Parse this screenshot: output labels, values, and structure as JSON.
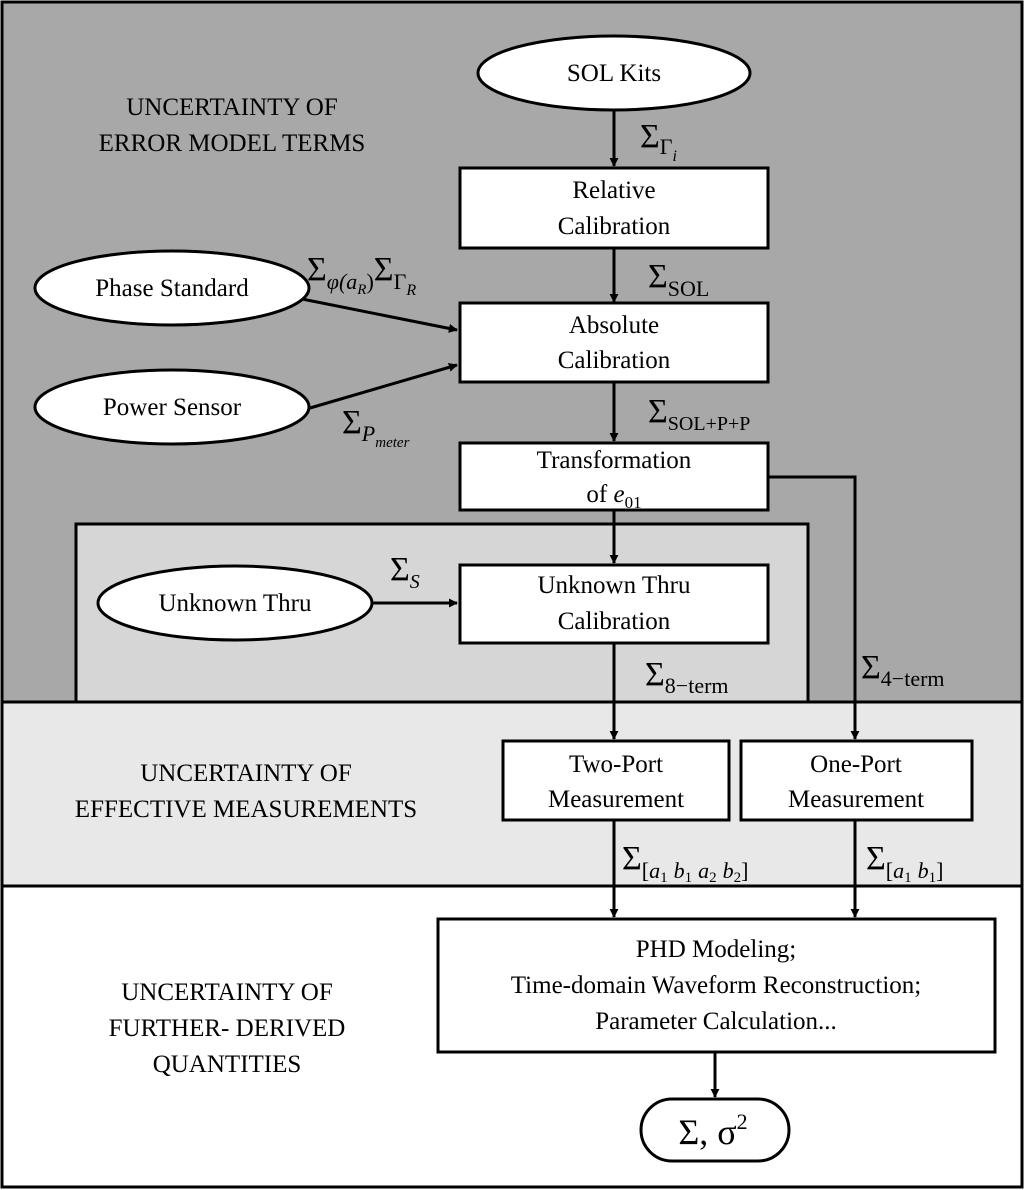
{
  "regions": {
    "error_model": {
      "line1": "UNCERTAINTY OF",
      "line2": "ERROR MODEL TERMS",
      "fill": "#a8a8a8"
    },
    "effective": {
      "line1": "UNCERTAINTY OF",
      "line2": "EFFECTIVE MEASUREMENTS",
      "fill": "#e8e8e8"
    },
    "derived": {
      "line1": "UNCERTAINTY OF",
      "line2": "FURTHER- DERIVED",
      "line3": "QUANTITIES",
      "fill": "#ffffff"
    },
    "unknown_thru_zone": {
      "fill": "#d6d6d6"
    }
  },
  "sources": {
    "sol_kits": "SOL Kits",
    "phase_standard": "Phase Standard",
    "power_sensor": "Power Sensor",
    "unknown_thru": "Unknown Thru"
  },
  "processes": {
    "relative_cal": {
      "line1": "Relative",
      "line2": "Calibration"
    },
    "absolute_cal": {
      "line1": "Absolute",
      "line2": "Calibration"
    },
    "transformation": {
      "line1": "Transformation",
      "line2_prefix": "of ",
      "line2_var": "e",
      "line2_sub": "01"
    },
    "unknown_thru_cal": {
      "line1": "Unknown Thru",
      "line2": "Calibration"
    },
    "two_port": {
      "line1": "Two-Port",
      "line2": "Measurement"
    },
    "one_port": {
      "line1": "One-Port",
      "line2": "Measurement"
    },
    "phd": {
      "line1": "PHD Modeling;",
      "line2": "Time-domain Waveform Reconstruction;",
      "line3": "Parameter Calculation..."
    }
  },
  "output": {
    "symbol": "Σ, σ",
    "exponent": "2"
  },
  "edge_labels": {
    "sigma": "Σ",
    "gamma_i": {
      "main": "Γ",
      "sub": "i"
    },
    "sol": "SOL",
    "phase": {
      "phi": "φ(a",
      "sub": "R",
      "close": ")",
      "gamma": "Γ",
      "gamma_sub": "R"
    },
    "pmeter": {
      "main": "P",
      "sub": "meter"
    },
    "sol_pp": "SOL+P+P",
    "s": "S",
    "eight_term": "8−term",
    "four_term": "4−term",
    "two_port_waves": {
      "open": "[",
      "a1": "a",
      "a1s": "1",
      "b1": "b",
      "b1s": "1",
      "a2": "a",
      "a2s": "2",
      "b2": "b",
      "b2s": "2",
      "close": "]"
    },
    "one_port_waves": {
      "open": "[",
      "a1": "a",
      "a1s": "1",
      "b1": "b",
      "b1s": "1",
      "close": "]"
    }
  }
}
